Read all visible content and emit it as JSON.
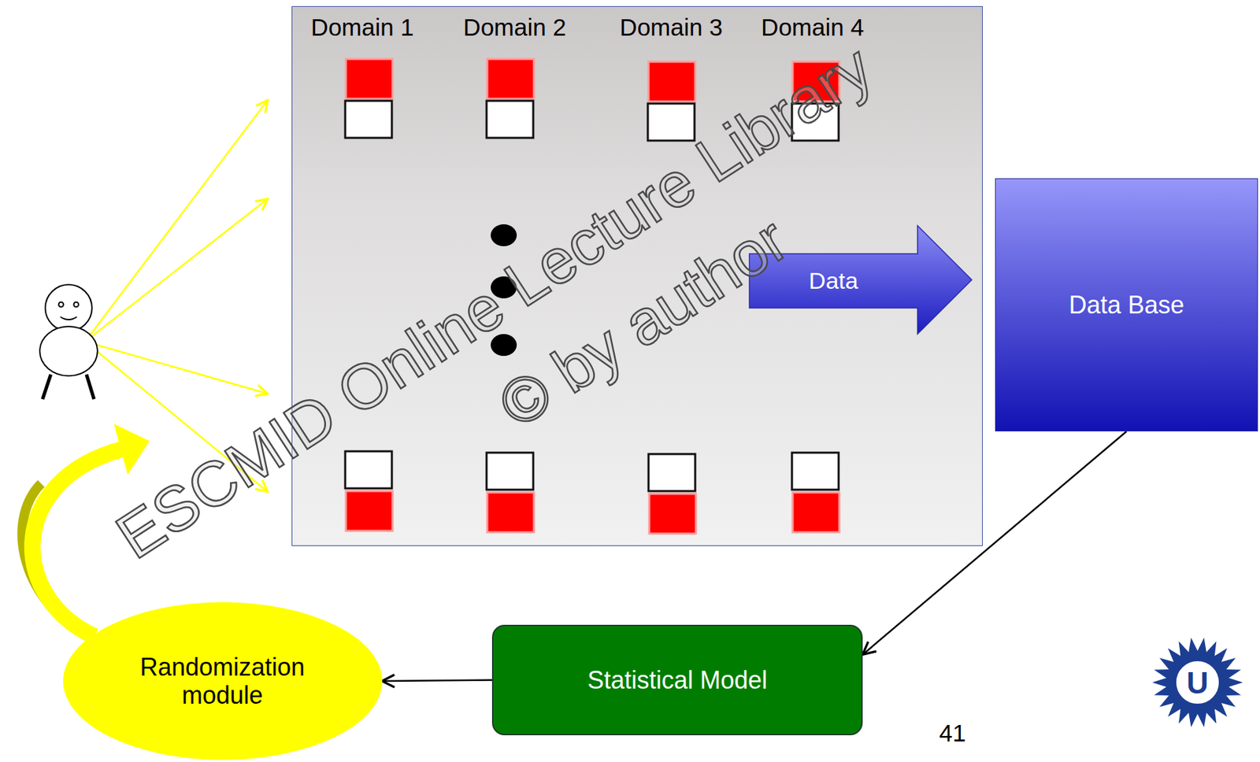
{
  "diagram": {
    "nodes": [
      {
        "text": [
          "Domain 1",
          "Domain 2",
          "Domain 3",
          "Domain 4"
        ]
      },
      {
        "text": [
          "Data"
        ],
        "in": 0
      },
      {
        "text": [
          "Data Base"
        ]
      },
      {
        "text": [
          "Statistical Model"
        ]
      },
      {
        "text": [
          "Randomization module"
        ]
      }
    ],
    "edges": [
      {
        "from": 2,
        "to": 3,
        "arrow": "to"
      },
      {
        "from": 3,
        "to": 4,
        "arrow": "to"
      }
    ],
    "labels": [
      "ESCMID Online Lecture Library",
      "© by author",
      "41",
      "U"
    ]
  }
}
